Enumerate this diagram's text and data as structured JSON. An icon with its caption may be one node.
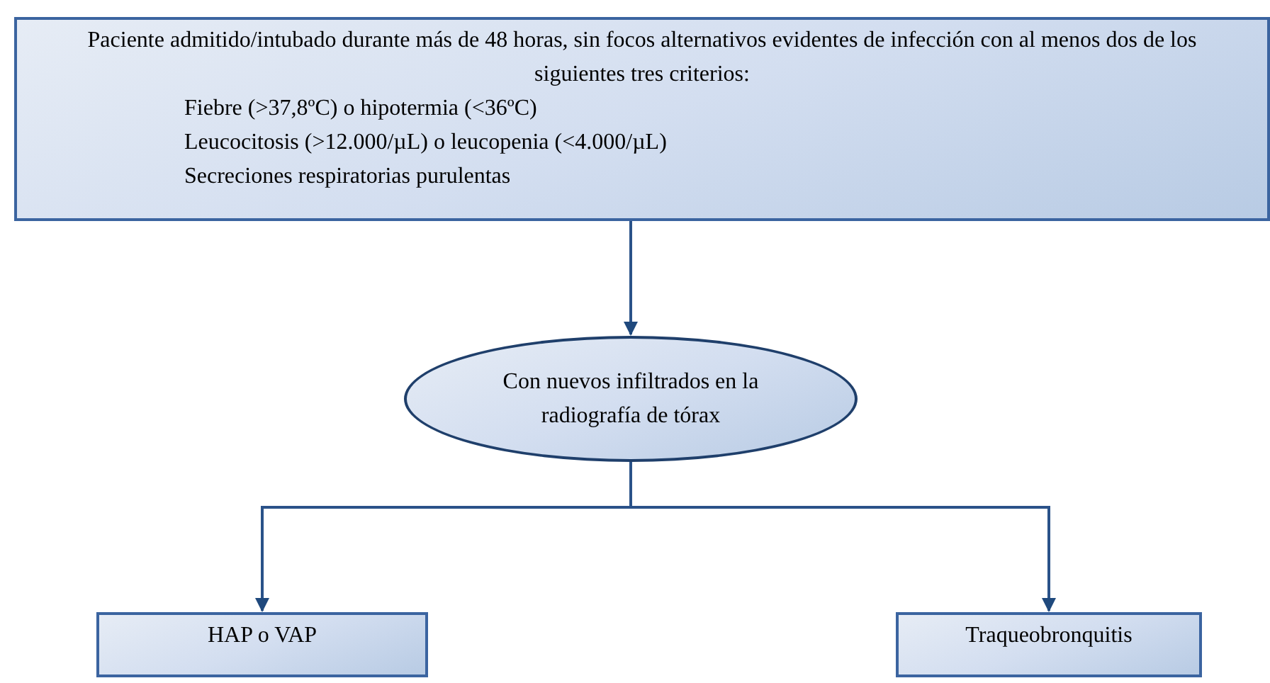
{
  "diagram": {
    "nodes": [
      {
        "text": [
          "Paciente admitido/intubado durante más de 48 horas, sin focos alternativos evidentes de infección con al menos dos de los siguientes tres criterios:",
          "Fiebre (>37,8ºC) o hipotermia (<36ºC)",
          "Leucocitosis (>12.000/µL) o leucopenia (<4.000/µL)",
          "Secreciones respiratorias purulentas"
        ]
      },
      {
        "text": [
          "Con nuevos infiltrados en la radiografía de tórax"
        ]
      },
      {
        "text": [
          "HAP o VAP"
        ]
      },
      {
        "text": [
          "Traqueobronquitis"
        ]
      }
    ],
    "edges": [
      {
        "from": 0,
        "to": 1,
        "arrow": "to"
      },
      {
        "from": 1,
        "to": 2,
        "arrow": "to"
      },
      {
        "from": 1,
        "to": 3,
        "arrow": "to"
      }
    ]
  }
}
